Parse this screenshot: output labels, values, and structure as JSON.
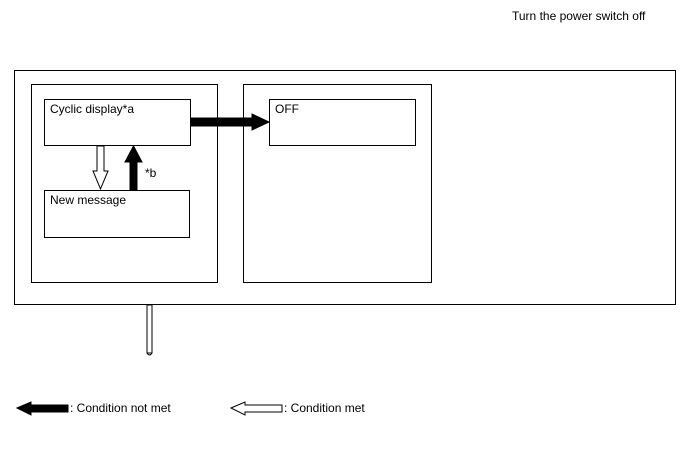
{
  "header": {
    "instruction": "Turn the power switch off"
  },
  "diagram": {
    "states": {
      "cyclic_display": "Cyclic display*a",
      "new_message": "New message",
      "off": "OFF"
    },
    "transition_note": "*b"
  },
  "legend": {
    "condition_not_met": ": Condition not met",
    "condition_met": ": Condition met"
  }
}
